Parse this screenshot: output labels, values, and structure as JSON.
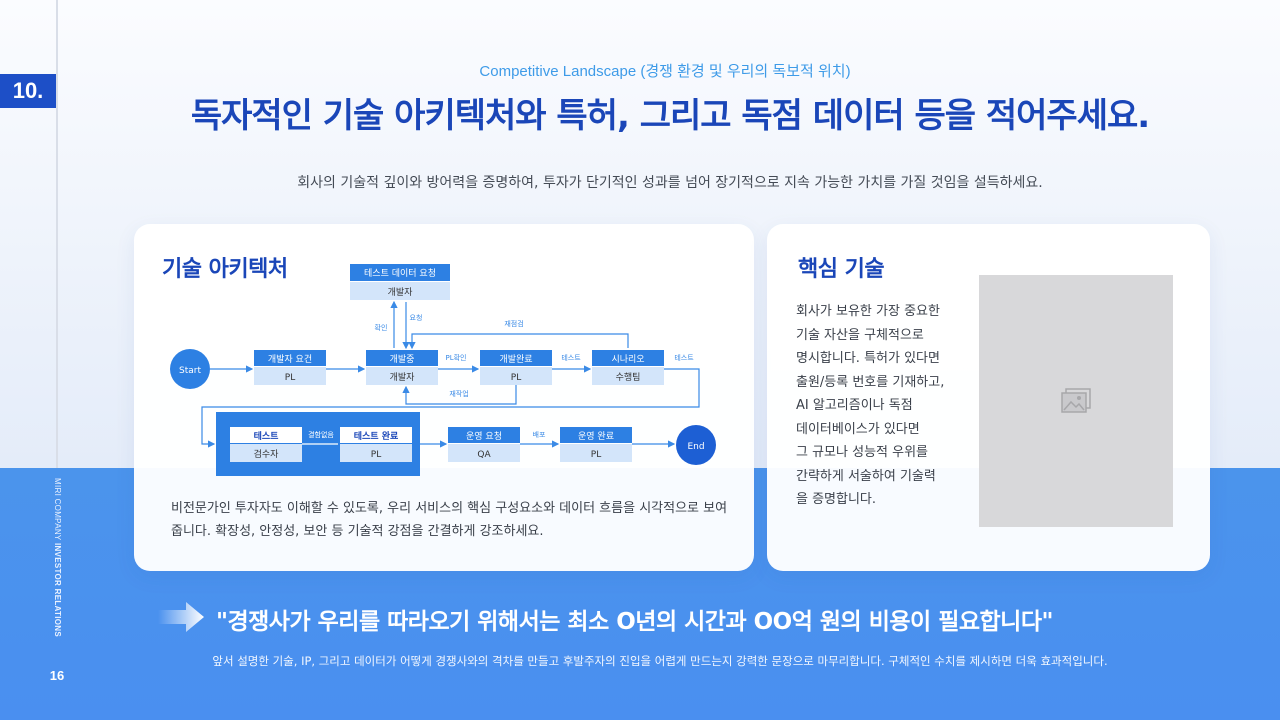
{
  "slide": {
    "number_badge": "10.",
    "eyebrow": "Competitive Landscape (경쟁 환경 및 우리의 독보적 위치)",
    "headline": "독자적인 기술 아키텍처와 특허, 그리고 독점 데이터 등을 적어주세요.",
    "subline": "회사의 기술적 깊이와 방어력을 증명하여, 투자가 단기적인 성과를 넘어 장기적으로 지속 가능한 가치를 가질 것임을 설득하세요.",
    "brand_prefix": "MIRI COMPANY ",
    "brand_bold": "INVESTOR RELATIONS",
    "page_number": "16"
  },
  "architecture_card": {
    "title": "기술 아키텍처",
    "description": "비전문가인 투자자도 이해할 수 있도록, 우리 서비스의 핵심 구성요소와 데이터 흐름을 시각적으로 보여줍니다. 확장성, 안정성, 보안 등 기술적 강점을 간결하게 강조하세요.",
    "diagram": {
      "start": "Start",
      "end": "End",
      "boxes": {
        "test_data_request": {
          "title": "테스트 데이터 요청",
          "role": "개발자"
        },
        "dev_requirements": {
          "title": "개발자 요건",
          "role": "PL"
        },
        "developing": {
          "title": "개발중",
          "role": "개발자"
        },
        "dev_complete": {
          "title": "개발완료",
          "role": "PL"
        },
        "scenario": {
          "title": "시나리오",
          "role": "수행팀"
        },
        "test": {
          "title": "테스트",
          "role": "검수자"
        },
        "test_complete": {
          "title": "테스트 완료",
          "role": "PL"
        },
        "ops_request": {
          "title": "운영 요청",
          "role": "QA"
        },
        "ops_complete": {
          "title": "운영 완료",
          "role": "PL"
        }
      },
      "edge_labels": {
        "confirm": "확인",
        "request": "요청",
        "rework_top": "재점검",
        "pl_confirm": "PL확인",
        "test_1": "테스트",
        "test_2": "테스트",
        "rework_bottom": "재작업",
        "issue_free": "결함없음",
        "deploy": "배포"
      }
    }
  },
  "core_tech_card": {
    "title": "핵심 기술",
    "description_lines": [
      "회사가 보유한 가장 중요한",
      "기술 자산을 구체적으로",
      "명시합니다. 특허가 있다면",
      "출원/등록 번호를 기재하고,",
      "AI 알고리즘이나 독점",
      "데이터베이스가 있다면",
      "그 규모나 성능적 우위를",
      "간략하게 서술하여 기술력",
      "을 증명합니다."
    ],
    "image_icon": "image-placeholder-icon"
  },
  "closing": {
    "quote": "\"경쟁사가 우리를 따라오기 위해서는 최소 O년의 시간과 OO억 원의 비용이 필요합니다\"",
    "note": "앞서 설명한 기술, IP, 그리고 데이터가 어떻게 경쟁사와의 격차를 만들고 후발주자의 진입을 어렵게 만드는지 강력한 문장으로 마무리합니다. 구체적인 수치를 제시하면 더욱 효과적입니다."
  },
  "colors": {
    "primary": "#1a46b8",
    "accent": "#3e9be8",
    "bottom_band": "#4a92ee",
    "diagram_box": "#2d80e3",
    "diagram_subbox": "#d3e5fa"
  }
}
